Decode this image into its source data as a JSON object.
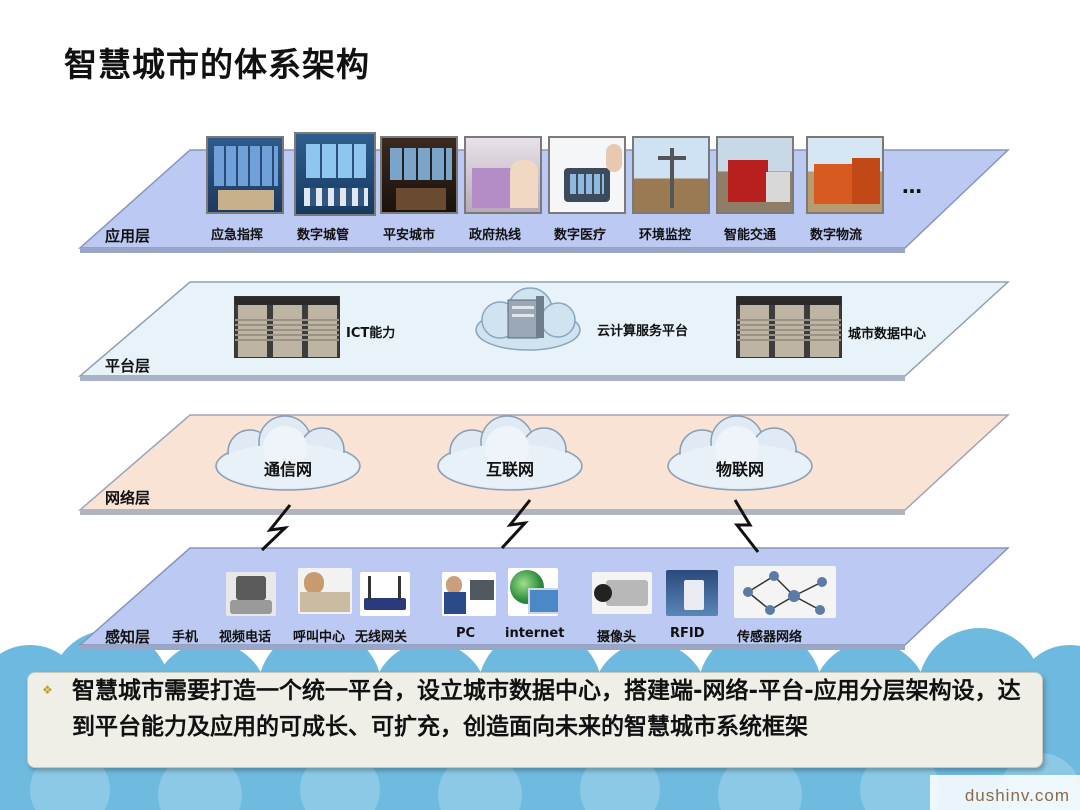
{
  "title": "智慧城市的体系架构",
  "layers": {
    "application": {
      "label": "应用层",
      "items": [
        "应急指挥",
        "数字城管",
        "平安城市",
        "政府热线",
        "数字医疗",
        "环境监控",
        "智能交通",
        "数字物流"
      ],
      "ellipsis": "…"
    },
    "platform": {
      "label": "平台层",
      "items": [
        "ICT能力",
        "云计算服务平台",
        "城市数据中心"
      ]
    },
    "network": {
      "label": "网络层",
      "clouds": [
        "通信网",
        "互联网",
        "物联网"
      ]
    },
    "perception": {
      "label": "感知层",
      "items": [
        "手机",
        "视频电话",
        "呼叫中心",
        "无线网关",
        "PC",
        "internet",
        "摄像头",
        "RFID",
        "传感器网络"
      ]
    }
  },
  "callout": "智慧城市需要打造一个统一平台，设立城市数据中心，搭建端-网络-平台-应用分层架构设，达到平台能力及应用的可成长、可扩充，创造面向未来的智慧城市系统框架",
  "watermark": "dushinv.com",
  "colors": {
    "application_layer": "#bcc9f2",
    "platform_layer": "#e8f3f9",
    "network_layer": "#f9e3d5",
    "perception_layer": "#bcc9f2",
    "layer_edge": "#7f8fb0",
    "lightning": "#111111"
  }
}
